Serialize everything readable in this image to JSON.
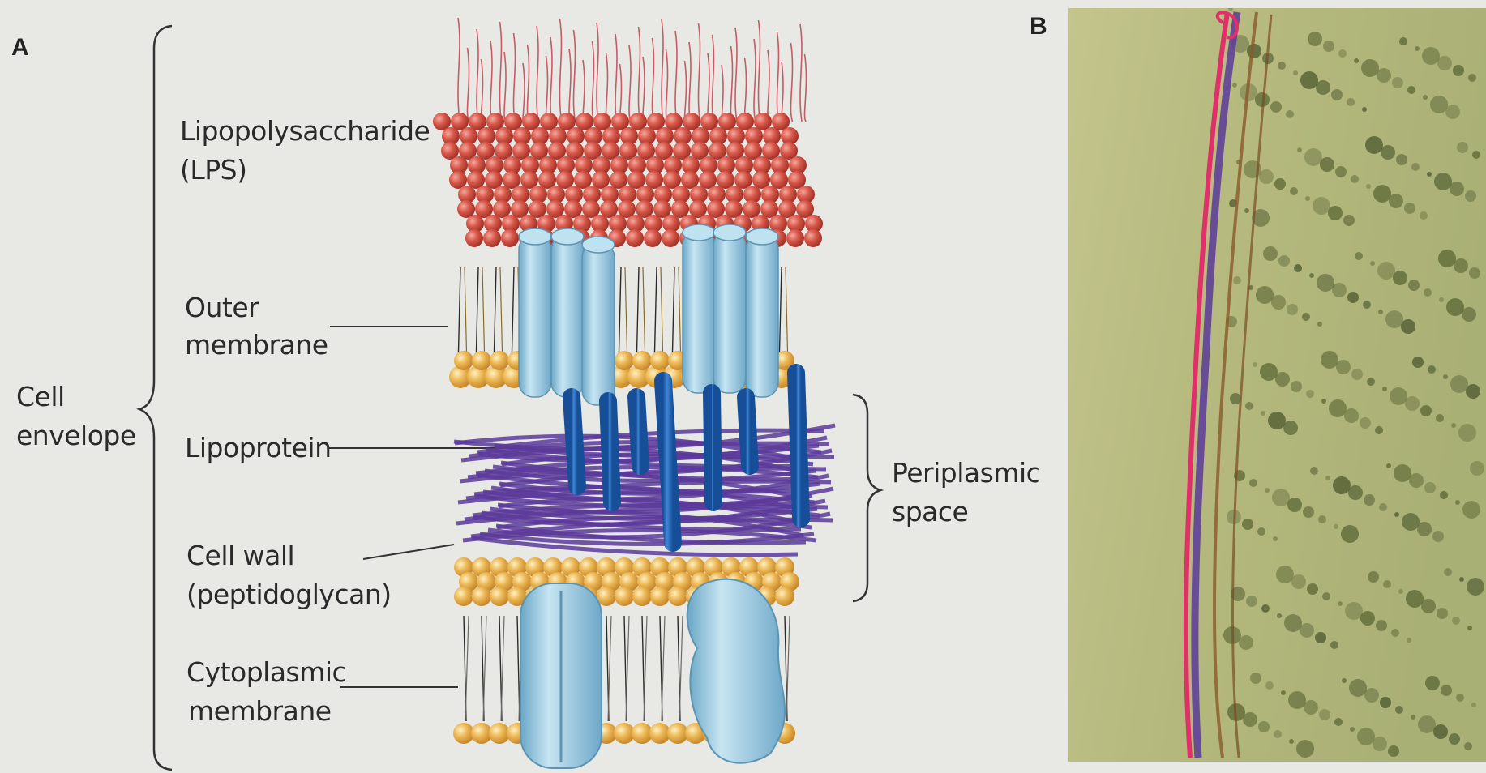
{
  "panels": {
    "a": {
      "letter": "A",
      "labels": {
        "lps_line1": "Lipopolysaccharide",
        "lps_line2": "(LPS)",
        "outer_line1": "Outer",
        "outer_line2": "membrane",
        "cell_env_line1": "Cell",
        "cell_env_line2": "envelope",
        "lipoprotein": "Lipoprotein",
        "wall_line1": "Cell wall",
        "wall_line2": "(peptidoglycan)",
        "cyto_line1": "Cytoplasmic",
        "cyto_line2": "membrane",
        "peri_line1": "Periplasmic",
        "peri_line2": "space"
      }
    },
    "b": {
      "letter": "B"
    }
  },
  "colors": {
    "lps": "#c9483a",
    "lipid_head": "#e8b24a",
    "porin": "#8ec3dc",
    "lipoprotein": "#1f5fb0",
    "peptidoglycan": "#5a3a9a",
    "micro_bg": "#b9bb83",
    "micro_pink": "#e0306a"
  }
}
